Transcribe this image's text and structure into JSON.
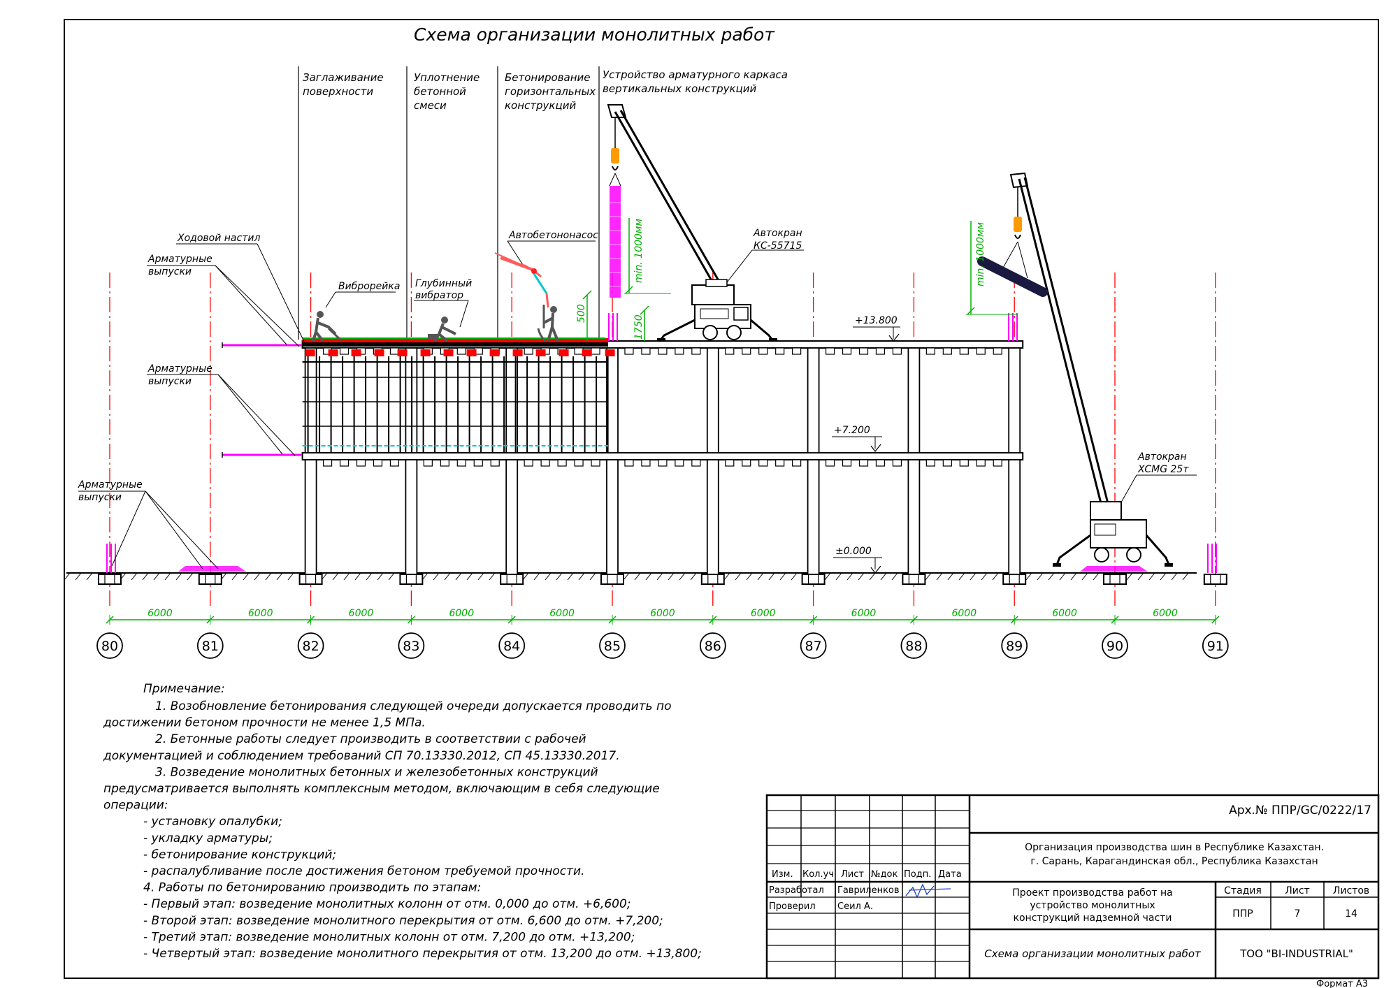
{
  "title": "Схема организации монолитных работ",
  "stages": [
    {
      "lines": [
        "Заглаживание",
        "поверхности"
      ]
    },
    {
      "lines": [
        "Уплотнение",
        "бетонной",
        "смеси"
      ]
    },
    {
      "lines": [
        "Бетонирование",
        "горизонтальных",
        "конструкций"
      ]
    },
    {
      "lines": [
        "Устройство арматурного каркаса",
        "вертикальных конструкций"
      ]
    }
  ],
  "callouts": {
    "walkway": "Ходовой настил",
    "rebar_top": [
      "Арматурные",
      "выпуски"
    ],
    "rebar_mid": [
      "Арматурные",
      "выпуски"
    ],
    "rebar_ground": [
      "Арматурные",
      "выпуски"
    ],
    "screed": "Виброрейка",
    "vibrator": [
      "Глубинный",
      "вибратор"
    ],
    "pump": "Автобетононасос",
    "crane1": [
      "Автокран",
      "КС-55715"
    ],
    "crane2": [
      "Автокран",
      "XCMG 25т"
    ]
  },
  "dims": {
    "min1": "min. 1000мм",
    "min2": "min. 1000мм",
    "d500": "500",
    "d1750": "1750",
    "span": "6000"
  },
  "levels": {
    "l1": "+13.800",
    "l2": "+7.200",
    "l3": "±0.000"
  },
  "axes": [
    "80",
    "81",
    "82",
    "83",
    "84",
    "85",
    "86",
    "87",
    "88",
    "89",
    "90",
    "91"
  ],
  "colors": {
    "rebar": "#ff00ff",
    "dimension": "#00b000",
    "axis": "#ff0000",
    "formwork": "#ff0000",
    "pump": "#ff5a5a",
    "cyan": "#00c8c8",
    "hook": "#ff9a00"
  },
  "notes": {
    "heading": "Примечание:",
    "lines": [
      "1.  Возобновление бетонирования следующей очереди допускается проводить по",
      "достижении бетоном прочности не менее 1,5 МПа.",
      "2. Бетонные работы следует производить в соответствии с рабочей",
      "документацией и соблюдением требований СП 70.13330.2012, СП 45.13330.2017.",
      "3. Возведение монолитных бетонных и железобетонных конструкций",
      "предусматривается выполнять комплексным методом, включающим в себя следующие",
      "операции:",
      "- установку опалубки;",
      "- укладку арматуры;",
      "- бетонирование конструкций;",
      "- распалубливание после достижения бетоном требуемой прочности.",
      "4. Работы по бетонированию производить по этапам:",
      "- Первый этап: возведение монолитных колонн от отм. 0,000 до отм. +6,600;",
      "- Второй этап: возведение монолитного перекрытия от отм. 6,600 до отм. +7,200;",
      "- Третий этап: возведение монолитных колонн от отм. 7,200 до отм. +13,200;",
      "- Четвертый этап: возведение монолитного перекрытия от отм. 13,200 до отм. +13,800;"
    ]
  },
  "stamp": {
    "archive": "Арх.№ ППР/GC/0222/17",
    "org_line1": "Организация производства шин в Республике Казахстан.",
    "org_line2": "г. Сарань, Карагандинская обл., Республика Казахстан",
    "col_izm": "Изм.",
    "col_koluch": "Кол.уч",
    "col_list": "Лист",
    "col_ndok": "№док",
    "col_podp": "Подп.",
    "col_data": "Дата",
    "developed_label": "Разработал",
    "developed_name": "Гавриленков",
    "checked_label": "Проверил",
    "checked_name": "Сеил А.",
    "project_line1": "Проект производства работ на",
    "project_line2": "устройство монолитных",
    "project_line3": "конструкций надземной части",
    "stage_label": "Стадия",
    "sheet_label": "Лист",
    "sheets_label": "Листов",
    "stage_value": "ППР",
    "sheet_value": "7",
    "sheets_value": "14",
    "drawing_title": "Схема организации монолитных работ",
    "company": "ТОО \"BI-INDUSTRIAL\""
  },
  "format": "Формат А3"
}
